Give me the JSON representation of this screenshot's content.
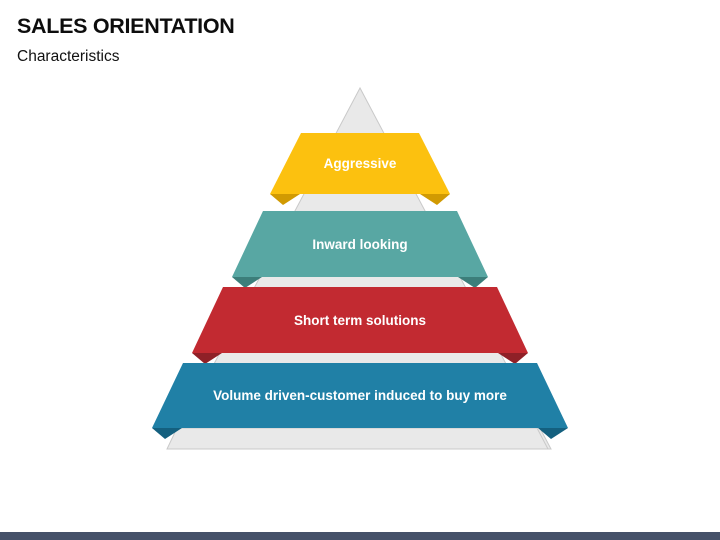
{
  "header": {
    "title": "SALES ORIENTATION",
    "subtitle": "Characteristics"
  },
  "pyramid": {
    "type": "pyramid-4-levels",
    "base_shape_color": "#e9e9e9",
    "base_shape_stroke": "#c9c9c9",
    "levels": [
      {
        "label": "Aggressive",
        "color": "#FCC10F",
        "fold_color": "#D19A02"
      },
      {
        "label": "Inward looking",
        "color": "#58A7A3",
        "fold_color": "#3C7E7A"
      },
      {
        "label": "Short term solutions",
        "color": "#C22A31",
        "fold_color": "#8F2027"
      },
      {
        "label": "Volume driven-customer induced to buy more",
        "color": "#2080A6",
        "fold_color": "#14607F"
      }
    ],
    "text_color": "#ffffff"
  },
  "footer": {
    "bar_color": "#455169"
  }
}
